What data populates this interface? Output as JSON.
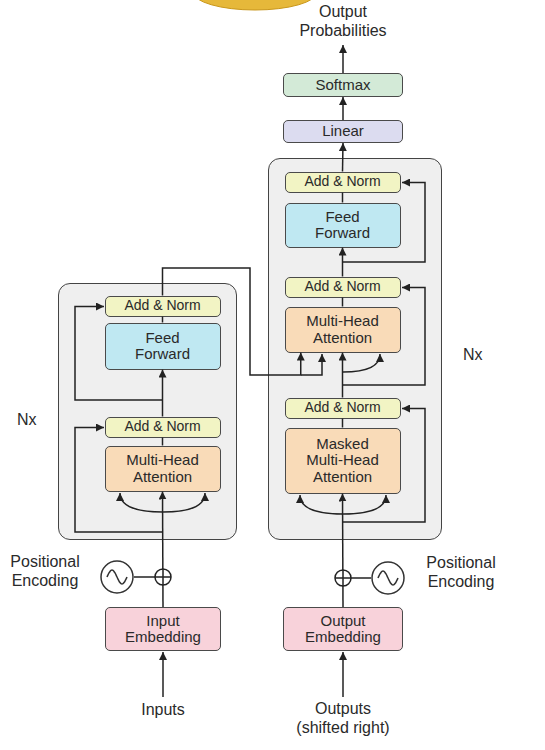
{
  "diagram": {
    "nodes": [
      {
        "text": [
          "Softmax"
        ]
      },
      {
        "text": [
          "Linear"
        ]
      },
      {
        "text": [
          "Nx"
        ]
      },
      {
        "text": [
          "Add & Norm"
        ],
        "in": 2
      },
      {
        "text": [
          "Feed Forward"
        ],
        "in": 2
      },
      {
        "text": [
          "Add & Norm"
        ],
        "in": 2
      },
      {
        "text": [
          "Multi-Head Attention"
        ],
        "in": 2
      },
      {
        "text": [
          "Add & Norm"
        ],
        "in": 2
      },
      {
        "text": [
          "Masked Multi-Head Attention"
        ],
        "in": 2
      },
      {
        "text": [
          "Nx"
        ]
      },
      {
        "text": [
          "Add & Norm"
        ],
        "in": 9
      },
      {
        "text": [
          "Feed Forward"
        ],
        "in": 9
      },
      {
        "text": [
          "Add & Norm"
        ],
        "in": 9
      },
      {
        "text": [
          "Multi-Head Attention"
        ],
        "in": 9
      },
      {
        "text": [
          "Positional Encoding"
        ]
      },
      {
        "text": [
          "Input Embedding"
        ]
      },
      {
        "text": [
          "Output Embedding"
        ]
      },
      {
        "text": [
          "Positional Encoding"
        ]
      }
    ],
    "edges": [
      {
        "from": 15,
        "to": 13,
        "arrow": "to"
      },
      {
        "from": 13,
        "to": 12,
        "arrow": "none"
      },
      {
        "from": 12,
        "to": 11,
        "arrow": "to"
      },
      {
        "from": 11,
        "to": 10,
        "arrow": "none"
      },
      {
        "from": 10,
        "to": 6,
        "arrow": "to"
      },
      {
        "from": 16,
        "to": 8,
        "arrow": "to"
      },
      {
        "from": 8,
        "to": 7,
        "arrow": "none"
      },
      {
        "from": 7,
        "to": 6,
        "arrow": "to"
      },
      {
        "from": 6,
        "to": 5,
        "arrow": "none"
      },
      {
        "from": 5,
        "to": 4,
        "arrow": "to"
      },
      {
        "from": 4,
        "to": 3,
        "arrow": "none"
      },
      {
        "from": 3,
        "to": 1,
        "arrow": "to"
      },
      {
        "from": 1,
        "to": 0,
        "arrow": "to"
      }
    ],
    "labels": [
      "Output Probabilities",
      "Inputs",
      "Outputs (shifted right)"
    ]
  }
}
